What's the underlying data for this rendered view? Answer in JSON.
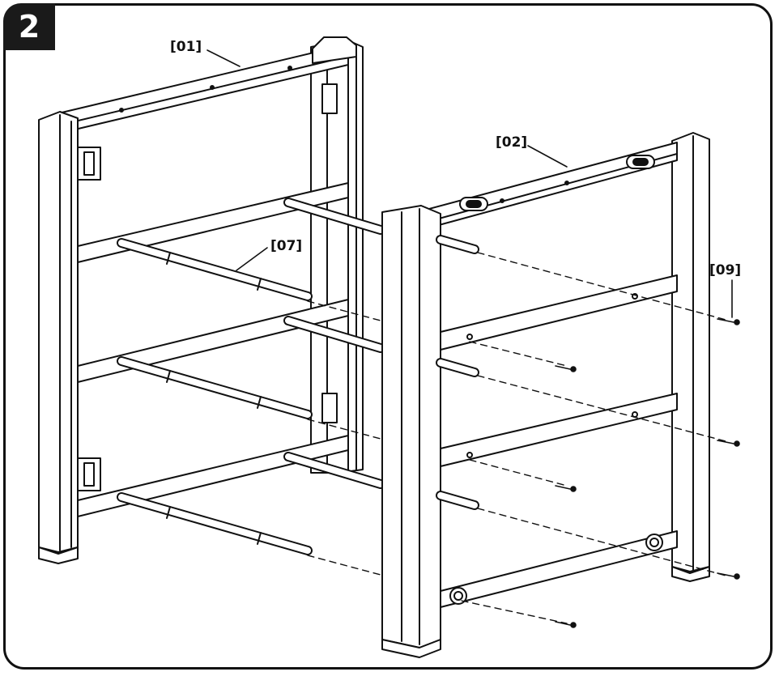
{
  "step": {
    "number": "2"
  },
  "parts": {
    "frame_left": "[01]",
    "frame_right": "[02]",
    "rod": "[07]",
    "screw": "[09]"
  },
  "colors": {
    "ink": "#111111",
    "badge": "#1a1a1a",
    "paper": "#ffffff"
  }
}
